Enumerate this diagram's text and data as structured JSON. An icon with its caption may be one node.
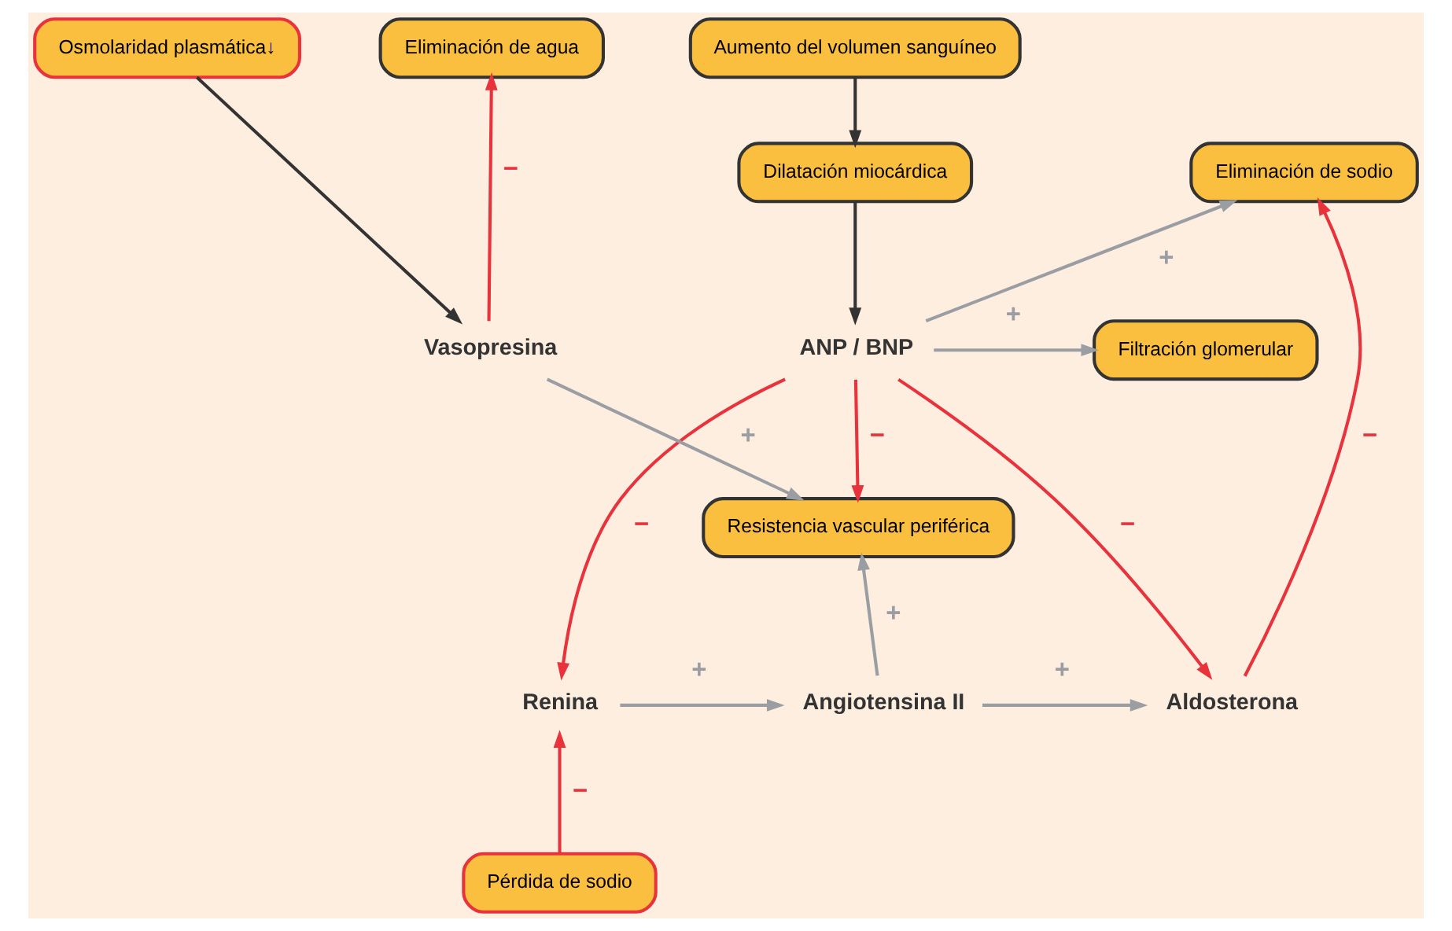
{
  "diagram": {
    "nodes": [
      {
        "text": [
          "Aumento del volumen sanguíneo"
        ]
      },
      {
        "text": [
          "Dilatación miocárdica"
        ]
      },
      {
        "text": [
          "ANP / BNP"
        ]
      },
      {
        "text": [
          "Eliminación de agua"
        ]
      },
      {
        "text": [
          "Eliminación de sodio"
        ]
      },
      {
        "text": [
          "Filtración glomerular"
        ]
      },
      {
        "text": [
          "Osmolaridad plasmática↓"
        ]
      },
      {
        "text": [
          "Vasopresina"
        ]
      },
      {
        "text": [
          "Resistencia vascular periférica"
        ]
      },
      {
        "text": [
          "Renina"
        ]
      },
      {
        "text": [
          "Angiotensina II"
        ]
      },
      {
        "text": [
          "Aldosterona"
        ]
      },
      {
        "text": [
          "Pérdida de sodio"
        ]
      }
    ],
    "edges": [
      {
        "from": 0,
        "to": 1,
        "arrow": "to",
        "color": "#333333"
      },
      {
        "from": 1,
        "to": 2,
        "arrow": "to",
        "color": "#333333"
      },
      {
        "from": 2,
        "to": 4,
        "arrow": "to",
        "label": "+",
        "color": "#9a9ea3"
      },
      {
        "from": 2,
        "to": 5,
        "arrow": "to",
        "label": "+",
        "color": "#9a9ea3"
      },
      {
        "from": 2,
        "to": 8,
        "arrow": "to",
        "label": "−",
        "color": "#e8323c"
      },
      {
        "from": 2,
        "to": 9,
        "arrow": "to",
        "label": "−",
        "color": "#e8323c"
      },
      {
        "from": 2,
        "to": 11,
        "arrow": "to",
        "label": "−",
        "color": "#e8323c"
      },
      {
        "from": 6,
        "to": 7,
        "arrow": "to",
        "color": "#333333"
      },
      {
        "from": 7,
        "to": 3,
        "arrow": "to",
        "label": "−",
        "color": "#e8323c"
      },
      {
        "from": 11,
        "to": 4,
        "arrow": "to",
        "label": "−",
        "color": "#e8323c"
      },
      {
        "from": 7,
        "to": 8,
        "arrow": "to",
        "label": "+",
        "color": "#9a9ea3"
      },
      {
        "from": 10,
        "to": 8,
        "arrow": "to",
        "label": "+",
        "color": "#9a9ea3"
      },
      {
        "from": 9,
        "to": 10,
        "arrow": "to",
        "label": "+",
        "color": "#9a9ea3"
      },
      {
        "from": 10,
        "to": 11,
        "arrow": "to",
        "label": "+",
        "color": "#9a9ea3"
      },
      {
        "from": 12,
        "to": 9,
        "arrow": "to",
        "label": "−",
        "color": "#e8323c"
      }
    ]
  }
}
